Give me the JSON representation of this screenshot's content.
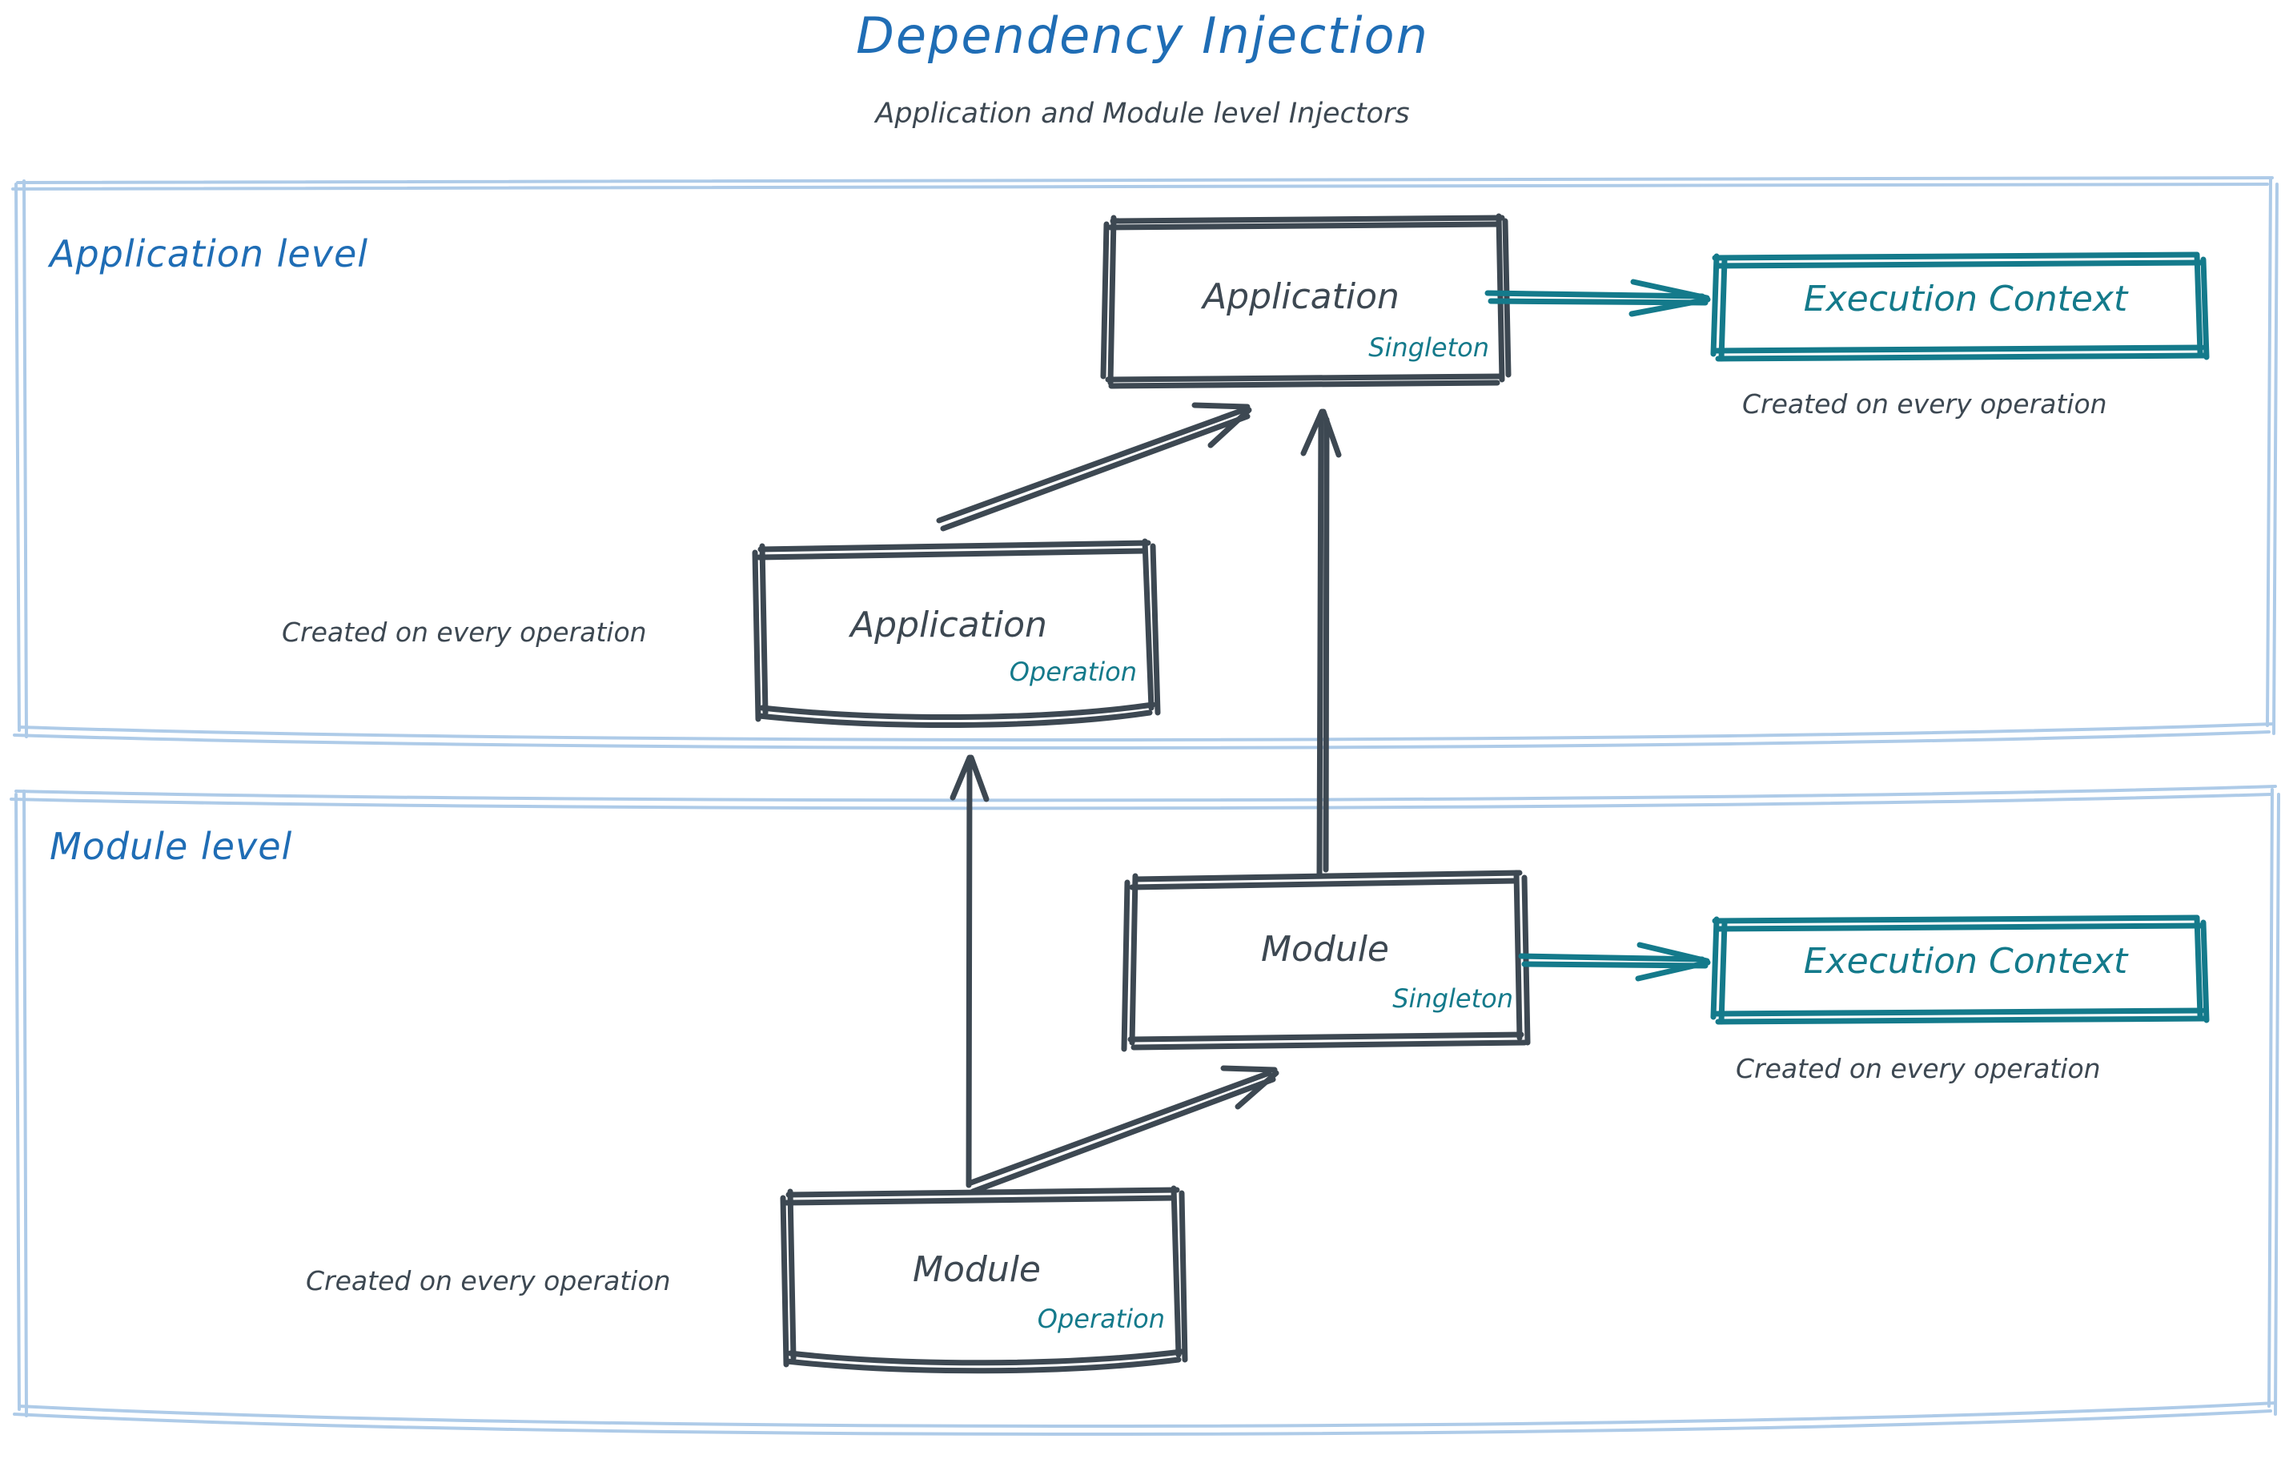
{
  "header": {
    "title": "Dependency Injection",
    "subtitle": "Application and Module level Injectors",
    "title_color": "#1f6db5",
    "subtitle_color": "#3d4852"
  },
  "palette": {
    "panel_border": "#aecbe8",
    "node_stroke": "#3d4852",
    "accent_teal": "#147a8b",
    "accent_blue": "#1f6db5",
    "background": "#ffffff"
  },
  "panels": [
    {
      "id": "application-level",
      "label": "Application level",
      "nodes": [
        {
          "id": "application-singleton",
          "label": "Application",
          "scope": "Singleton"
        },
        {
          "id": "application-operation",
          "label": "Application",
          "scope": "Operation",
          "note": "Created on every operation"
        },
        {
          "id": "execution-context-application",
          "label": "Execution Context",
          "note": "Created on every operation"
        }
      ]
    },
    {
      "id": "module-level",
      "label": "Module level",
      "nodes": [
        {
          "id": "module-singleton",
          "label": "Module",
          "scope": "Singleton"
        },
        {
          "id": "module-operation",
          "label": "Module",
          "scope": "Operation",
          "note": "Created on every operation"
        },
        {
          "id": "execution-context-module",
          "label": "Execution Context",
          "note": "Created on every operation"
        }
      ]
    }
  ],
  "connections": [
    {
      "from": "application-operation",
      "to": "application-singleton",
      "style": "diagonal-double",
      "color": "#3d4852"
    },
    {
      "from": "application-singleton",
      "to": "execution-context-application",
      "style": "horizontal",
      "color": "#147a8b"
    },
    {
      "from": "module-singleton",
      "to": "application-singleton",
      "style": "vertical-long",
      "color": "#3d4852"
    },
    {
      "from": "module-operation",
      "to": "application-operation",
      "style": "vertical-long",
      "color": "#3d4852"
    },
    {
      "from": "module-operation",
      "to": "module-singleton",
      "style": "diagonal-double",
      "color": "#3d4852"
    },
    {
      "from": "module-singleton",
      "to": "execution-context-module",
      "style": "horizontal",
      "color": "#147a8b"
    }
  ]
}
